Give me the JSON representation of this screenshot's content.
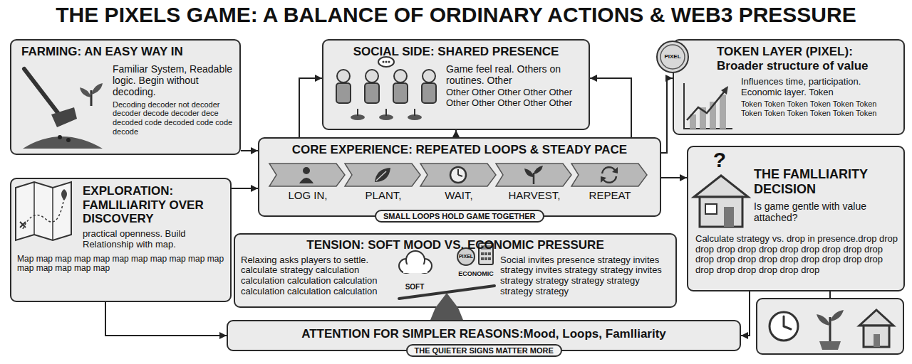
{
  "diagram": {
    "title": "THE PIXELS GAME: A BALANCE OF ORDINARY ACTIONS & WEB3 PRESSURE",
    "nodes": [
      {
        "text": [
          "FARMING: AN EASY WAY IN",
          "Familiar System, Readable logic. Begin without decoding.",
          "Decoding decoder not decoder decoder decode decoder dece decoded code decoded code code decode"
        ]
      },
      {
        "text": [
          "SOCIAL SIDE: SHARED PRESENCE",
          "Game feel real. Others on routines. Other",
          "Other Other Other Other Other Other Other Other Other Other"
        ]
      },
      {
        "text": [
          "TOKEN LAYER (PIXEL): Broader structure of value",
          "Influences time, participation. Economic layer. Token",
          "Token Token Token Token Token Token Token Token Token Token Token Token"
        ]
      },
      {
        "text": [
          "EXPLORATION: FAMLILIARITY OVER DISCOVERY",
          "practical openness. Build Relationship with map.",
          "Map map map map map map map map map map map map map map map map"
        ]
      },
      {
        "text": [
          "CORE EXPERIENCE: REPEATED LOOPS & STEADY PACE"
        ]
      },
      {
        "text": [
          "LOG IN,"
        ],
        "in": 4
      },
      {
        "text": [
          "PLANT,"
        ],
        "in": 4
      },
      {
        "text": [
          "WAIT,"
        ],
        "in": 4
      },
      {
        "text": [
          "HARVEST,"
        ],
        "in": 4
      },
      {
        "text": [
          "REPEAT"
        ],
        "in": 4
      },
      {
        "text": [
          "SMALL LOOPS HOLD GAME TOGETHER"
        ],
        "in": 4
      },
      {
        "text": [
          "THE FAMLLIARITY DECISION",
          "Is game gentle with value attached?",
          "Calculate strategy vs. drop in presence.drop drop drop drop drop drop drop drop drop drop drop drop drop drop drop drop drop drop drop drop drop drop drop drop drop drop"
        ]
      },
      {
        "text": [
          "TENSION: SOFT MOOD VS. ECONOMIC PRESSURE",
          "Relaxing asks players to settle. calculate strategy calculation calculation calculation calculation calculation calculation calculation",
          "Social invites presence strategy invites strategy invites strategy strategy invites strategy strategy strategy strategy strategy strategy"
        ]
      },
      {
        "text": [
          "ATTENTION FOR SIMPLER REASONS:Mood, Loops, Famlliarity"
        ]
      },
      {
        "text": [
          "THE QUIETER SIGNS MATTER MORE"
        ],
        "in": 13
      }
    ],
    "edges": [
      {
        "from": 0,
        "to": 4,
        "arrow": "to"
      },
      {
        "from": 3,
        "to": 4,
        "arrow": "to"
      },
      {
        "from": 4,
        "to": 1,
        "arrow": "to"
      },
      {
        "from": 4,
        "to": 1,
        "arrow": "to"
      },
      {
        "from": 4,
        "to": 1,
        "arrow": "to"
      },
      {
        "from": 4,
        "to": 2,
        "arrow": "to"
      },
      {
        "from": 4,
        "to": 11,
        "arrow": "to"
      },
      {
        "from": 3,
        "to": 13,
        "arrow": "to"
      },
      {
        "from": 11,
        "to": 13,
        "arrow": "to"
      }
    ],
    "labels": [
      "PIXEL",
      "?",
      "SOFT",
      "ECONOMIC",
      "PIXEL"
    ]
  }
}
